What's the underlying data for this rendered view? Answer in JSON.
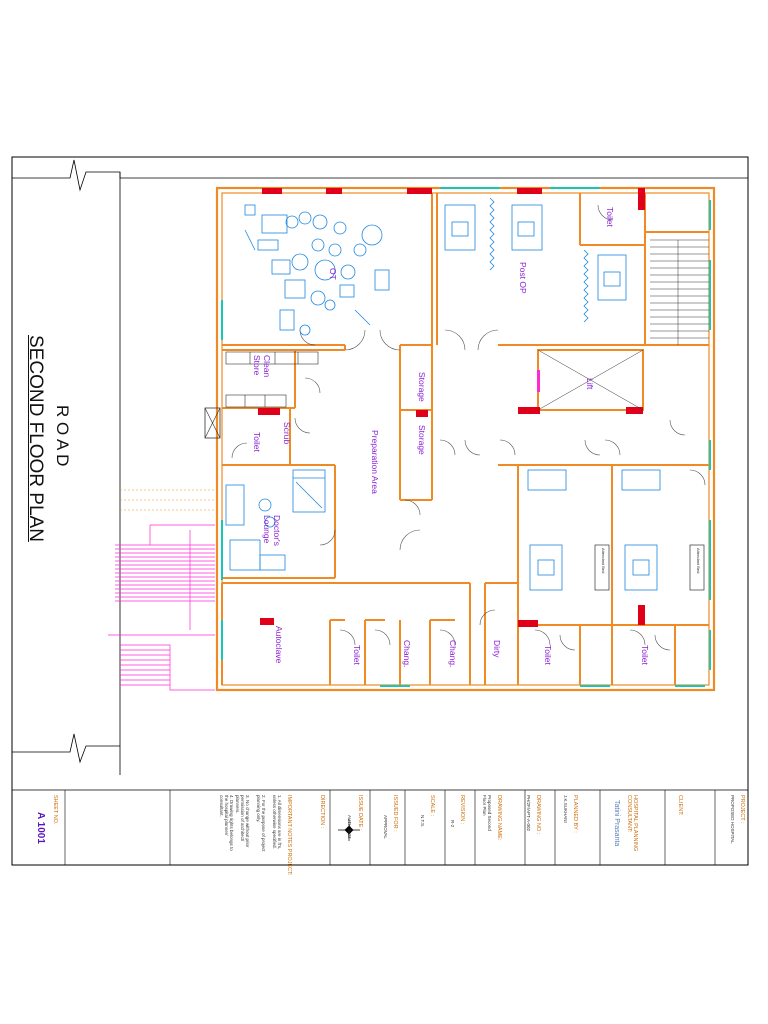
{
  "sheet_title": "SECOND FLOOR PLAN",
  "road_label": "R O A D",
  "rooms": {
    "ot": "OT",
    "post_op": "Post OP",
    "toilet_top": "Toilet",
    "clean_store": "Clean Store",
    "storage_1": "Storage",
    "storage_2": "Storage",
    "lift": "Lift",
    "scrub": "Scrub",
    "toilet_scrub": "Toilet",
    "preparation_area": "Preparation Area",
    "doctors_lounge": "Doctor's Lounge",
    "autoclave": "Autoclave",
    "toilet_bottom": "Toilet",
    "chang_1": "Chang.",
    "chang_2": "Chang.",
    "dirty": "Dirty",
    "toilet_ward_1": "Toilet",
    "toilet_ward_2": "Toilet",
    "attendant_bed_1": "Attendant Bed",
    "attendant_bed_2": "Attendant Bed"
  },
  "title_block": {
    "project_label": "PROJECT :",
    "project_value": "PROPOSED HOSPITAL",
    "client_label": "CLIENT:",
    "consultant_label": "HOSPITAL PLANNING CONSULTANT:",
    "consultant_value": "Tatini Prasanta",
    "planned_by_label": "PLANNED BY :",
    "planned_by_value": "J.K.SUKHANI",
    "drawing_no_label": "DRAWING NO :",
    "drawing_no_value": "PH/2F/APT-A-002",
    "drawing_name_label": "DRAWING NAME:",
    "drawing_name_value": "Proposed Second Floor Plan",
    "revision_label": "REVISION :",
    "revision_value": "R-2",
    "scale_label": "SCALE :",
    "scale_value": "N.T.S.",
    "issued_for_label": "ISSUED FOR :",
    "issued_for_value": "APPROVAL",
    "issue_date_label": "ISSUE DATE :",
    "issue_date_value": "AUTH 2023",
    "direction_label": "DIRECTION :",
    "notes_label": "IMPORTANT NOTES PROJECT:",
    "notes": [
      "1. All dimensions are in ft's, unless otherwise specified.",
      "2. For the purpose of project planning only.",
      "3. No change without prior permission of architect/ planners.",
      "4. Drawing rights belongs to the hospital planner/ consultant."
    ],
    "sheet_no_label": "SHEET NO.",
    "sheet_no_value": "A 1001"
  },
  "colors": {
    "wall": "#f08a24",
    "column": "#e0001a",
    "equipment": "#1f87e0",
    "room_label": "#8a1fd6",
    "stair_magenta": "#ff2ad4",
    "glazing": "#17c8b8"
  }
}
